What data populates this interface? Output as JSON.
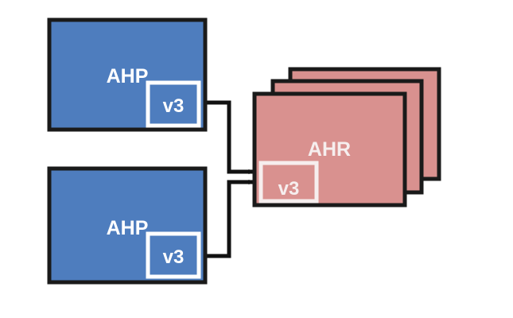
{
  "diagram": {
    "type": "block-diagram",
    "background_color": "#ffffff",
    "colors": {
      "producer_fill": "#4e7dbe",
      "replica_fill": "#d9918f",
      "border": "#1a1a1a",
      "producer_label": "#ffffff",
      "replica_label": "#f6eeee"
    },
    "nodes": [
      {
        "id": "ahp-top",
        "label": "AHP",
        "version_label": "v3",
        "kind": "producer",
        "fill": "#4e7dbe"
      },
      {
        "id": "ahp-bottom",
        "label": "AHP",
        "version_label": "v3",
        "kind": "producer",
        "fill": "#4e7dbe"
      },
      {
        "id": "ahr-stack",
        "label": "AHR",
        "version_label": "v3",
        "kind": "replica-stack",
        "stack_count": 3,
        "fill": "#d9918f"
      }
    ],
    "connectors": [
      {
        "id": "ahp-top-to-ahr",
        "from": "ahp-top",
        "to": "ahr-stack",
        "arrow": "true",
        "style": "orthogonal"
      },
      {
        "id": "ahp-bottom-to-ahr",
        "from": "ahp-bottom",
        "to": "ahr-stack",
        "arrow": "true",
        "style": "orthogonal"
      }
    ]
  }
}
